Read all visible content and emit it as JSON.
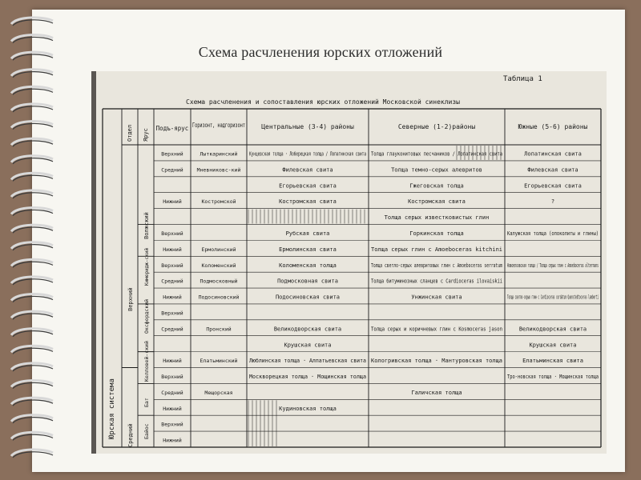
{
  "slide_title": "Схема расчленения юрских отложений",
  "table_number": "Таблица 1",
  "table_caption": "Схема расчленения и сопоставления юрских отложений Московской синеклизы",
  "headers": {
    "otdel": "Отдел",
    "yarus": "Ярус",
    "podyarus": "Подъ-ярус",
    "gorizont": "Горизонт, надгоризонт",
    "central": "Центральные (3-4) районы",
    "north": "Северные (1-2)районы",
    "south": "Южные (5-6) районы"
  },
  "side_labels": {
    "sistema": "Юрская система",
    "otdel_upper": "Верхний",
    "otdel_middle": "Средний",
    "yarus_volzh": "Волжский",
    "yarus_kimer": "Кимеридж-ский",
    "yarus_oksf": "Оксфордский",
    "yarus_kellov": "Келловей-ский",
    "yarus_bat": "Бат",
    "yarus_bayos": "Байос"
  },
  "rows": [
    {
      "pod": "Верхний",
      "gor": "Лыткаринский",
      "cen": "Кунцевская толща · Лоберецкая толща / Лопатинская свита",
      "nor": "Толща глауконитовых песчаников / Лопатинская свита",
      "sou": "Лопатинская свита"
    },
    {
      "pod": "Средний",
      "gor": "Мневниковс-кий",
      "cen": "Филевская свита",
      "nor": "Толща темно-серых алевритов",
      "sou": "Филевская свита"
    },
    {
      "pod": "",
      "gor": "",
      "cen": "Егорьевская свита",
      "nor": "Гжеговская толща",
      "sou": "Егорьевская свита"
    },
    {
      "pod": "Нижний",
      "gor": "Костромской",
      "cen": "Костромская свита",
      "nor": "Костромская свита",
      "sou": "?"
    },
    {
      "pod": "",
      "gor": "",
      "cen": "",
      "nor": "Толща серых известковистых глин",
      "sou": ""
    },
    {
      "pod": "Верхний",
      "gor": "",
      "cen": "Рубская свита",
      "nor": "Горкинская толща",
      "sou": "Калужская толща (опоколиты и глины)"
    },
    {
      "pod": "Нижний",
      "gor": "Ермолинский",
      "cen": "Ермолинская свита",
      "nor": "Толща серых глин с Amoeboceras kitchini",
      "sou": ""
    },
    {
      "pod": "Верхний",
      "gor": "Коломенский",
      "cen": "Коломенская толща",
      "nor": "Толща светло-серых алевритовых глин с Amoeboceras serratum",
      "sou": "Новоелховская толща / Толща серых глин с Amoeboceras alternans"
    },
    {
      "pod": "Средний",
      "gor": "Подмосковный",
      "cen": "Подмосковная свита",
      "nor": "Толща битуминозных сланцев с Cardioceras ilovaiskii",
      "sou": ""
    },
    {
      "pod": "Нижний",
      "gor": "Подосиновский",
      "cen": "Подосиновская свита",
      "nor": "Унжинская свита",
      "sou": "Толща светло-серых глин с Cardioceras cordatum Quenstedtoceras lamberti"
    },
    {
      "pod": "Верхний",
      "gor": "",
      "cen": "",
      "nor": "",
      "sou": ""
    },
    {
      "pod": "Средний",
      "gor": "Пронский",
      "cen": "Великодворская свита",
      "nor": "Толща серых и коричневых глин с Kosmoceras jason",
      "sou": "Великодворская свита"
    },
    {
      "pod": "",
      "gor": "",
      "cen": "Крушская свита",
      "nor": "",
      "sou": "Крушская свита"
    },
    {
      "pod": "Нижний",
      "gor": "Елатьминский",
      "cen": "Люблинская толща · Алпатьевская свита",
      "nor": "Кологривская толща · Мантуровская толща",
      "sou": "Елатьминская свита"
    },
    {
      "pod": "Верхний",
      "gor": "",
      "cen": "Москворецкая толща · Мощинская толща",
      "nor": "",
      "sou": "Тро-новская толща · Мощинская толща"
    },
    {
      "pod": "Средний",
      "gor": "Мещорская",
      "cen": "",
      "nor": "Галичская толща",
      "sou": ""
    },
    {
      "pod": "Нижний",
      "gor": "",
      "cen": "Кудиновская толща",
      "nor": "",
      "sou": ""
    },
    {
      "pod": "Верхний",
      "gor": "",
      "cen": "",
      "nor": "",
      "sou": ""
    },
    {
      "pod": "Нижний",
      "gor": "",
      "cen": "",
      "nor": "",
      "sou": ""
    }
  ],
  "colors": {
    "paper": "#f7f6f1",
    "background": "#8a6f5c",
    "ink": "#1a1a1a"
  }
}
